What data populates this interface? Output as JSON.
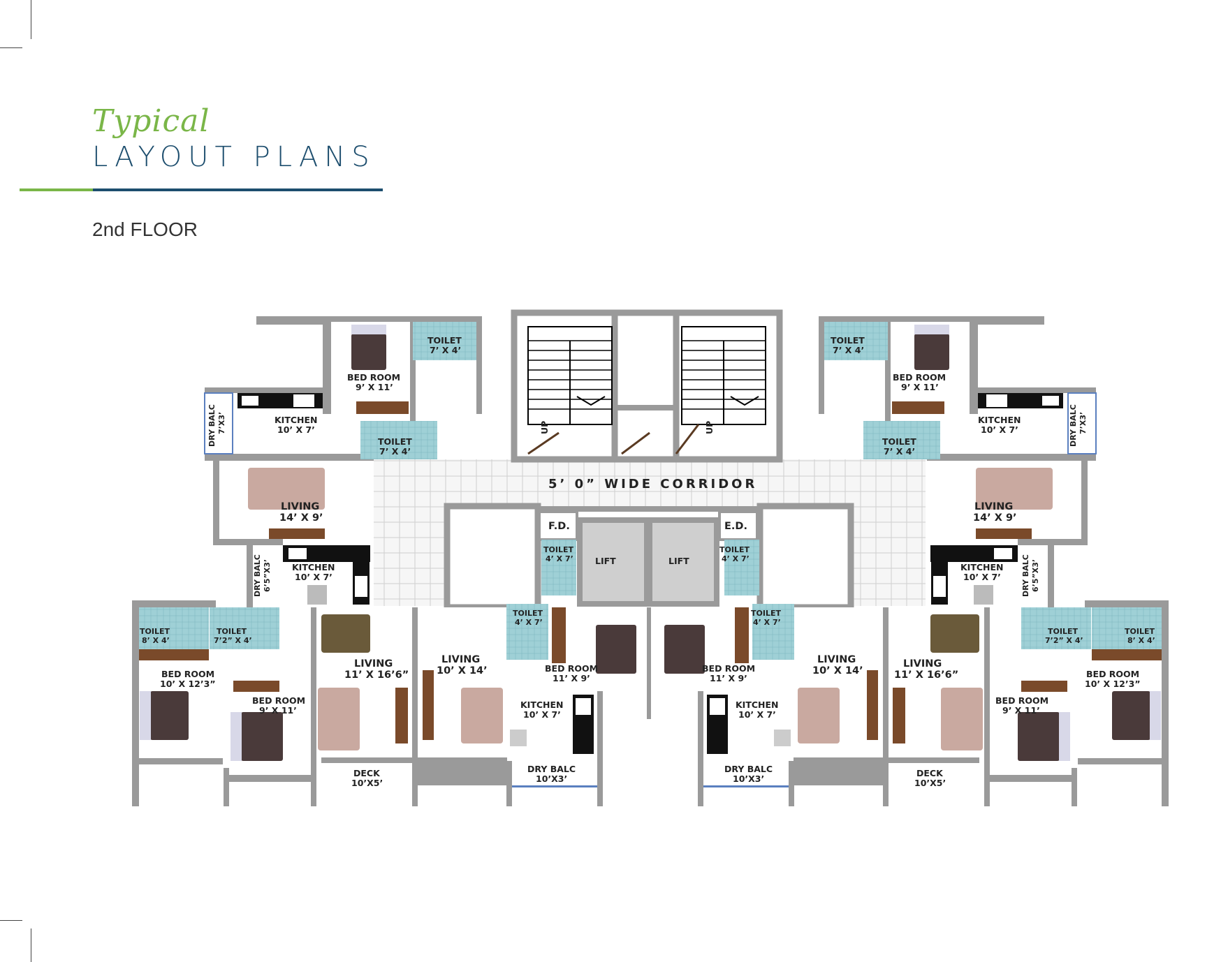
{
  "header": {
    "title_italic": "Typical",
    "title_main": "LAYOUT PLANS",
    "floor": "2nd FLOOR"
  },
  "colors": {
    "accent_green": "#7ab648",
    "accent_blue": "#1d4e6e",
    "wall": "#9a9a9a",
    "floor_tile": "#f4f4f4",
    "toilet": "#9fd0d6"
  },
  "plan": {
    "corridor": "5’ 0” WIDE CORRIDOR",
    "stairs_up": "UP",
    "fd": "F.D.",
    "ed": "E.D.",
    "lift": "LIFT",
    "left_wing": {
      "top_toilet": [
        "TOILET",
        "7’ X 4’"
      ],
      "top_bedroom": [
        "BED ROOM",
        "9’ X 11’"
      ],
      "top_dry_balc": [
        "DRY BALC",
        "7’X3’"
      ],
      "top_kitchen": [
        "KITCHEN",
        "10’ X 7’"
      ],
      "top_toilet2": [
        "TOILET",
        "7’ X 4’"
      ],
      "top_living": [
        "LIVING",
        "14’ X 9’"
      ],
      "mid_dry_balc": [
        "DRY BALC",
        "6’5”X3’"
      ],
      "mid_kitchen": [
        "KITCHEN",
        "10’ X 7’"
      ],
      "toilet_a": [
        "TOILET",
        "8’ X 4’"
      ],
      "toilet_b": [
        "TOILET",
        "7’2” X 4’"
      ],
      "bedroom_a": [
        "BED ROOM",
        "10’ X 12’3”"
      ],
      "bedroom_b": [
        "BED ROOM",
        "9’ X 11’"
      ],
      "living_big": [
        "LIVING",
        "11’ X 16’6”"
      ],
      "deck": [
        "DECK",
        "10’X5’"
      ],
      "living_small": [
        "LIVING",
        "10’ X 14’"
      ],
      "core_toilet1": [
        "TOILET",
        "4’ X 7’"
      ],
      "core_toilet2": [
        "TOILET",
        "4’ X 7’"
      ],
      "core_bedroom": [
        "BED ROOM",
        "11’ X 9’"
      ],
      "core_kitchen": [
        "KITCHEN",
        "10’ X 7’"
      ],
      "core_dry_balc": [
        "DRY BALC",
        "10’X3’"
      ]
    },
    "right_wing": {
      "top_toilet": [
        "TOILET",
        "7’ X 4’"
      ],
      "top_bedroom": [
        "BED ROOM",
        "9’ X 11’"
      ],
      "top_kitchen": [
        "KITCHEN",
        "10’ X 7’"
      ],
      "top_dry_balc": [
        "DRY BALC",
        "7’X3’"
      ],
      "top_toilet2": [
        "TOILET",
        "7’ X 4’"
      ],
      "top_living": [
        "LIVING",
        "14’ X 9’"
      ],
      "mid_kitchen": [
        "KITCHEN",
        "10’ X 7’"
      ],
      "mid_dry_balc": [
        "DRY BALC",
        "6’5”X3’"
      ],
      "toilet_b": [
        "TOILET",
        "7’2” X 4’"
      ],
      "toilet_a": [
        "TOILET",
        "8’ X 4’"
      ],
      "bedroom_a": [
        "BED ROOM",
        "10’ X 12’3”"
      ],
      "bedroom_b": [
        "BED ROOM",
        "9’ X 11’"
      ],
      "living_big": [
        "LIVING",
        "11’ X 16’6”"
      ],
      "deck": [
        "DECK",
        "10’X5’"
      ],
      "living_small": [
        "LIVING",
        "10’ X 14’"
      ],
      "core_toilet1": [
        "TOILET",
        "4’ X 7’"
      ],
      "core_toilet2": [
        "TOILET",
        "4’ X 7’"
      ],
      "core_bedroom": [
        "BED ROOM",
        "11’ X 9’"
      ],
      "core_kitchen": [
        "KITCHEN",
        "10’ X 7’"
      ],
      "core_dry_balc": [
        "DRY BALC",
        "10’X3’"
      ]
    }
  }
}
